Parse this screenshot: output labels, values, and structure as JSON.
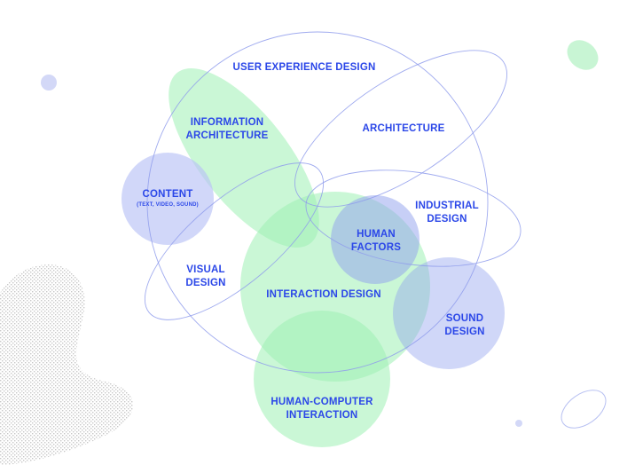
{
  "colors": {
    "green": "#9ef0b4",
    "blue": "#b8c2f6",
    "text": "#2b47e8",
    "stroke": "#8f9cec"
  },
  "labels": {
    "ux": "USER EXPERIENCE DESIGN",
    "info_arch_1": "INFORMATION",
    "info_arch_2": "ARCHITECTURE",
    "architecture": "ARCHITECTURE",
    "content": "CONTENT",
    "content_sub": "(TEXT, VIDEO, SOUND)",
    "industrial_1": "INDUSTRIAL",
    "industrial_2": "DESIGN",
    "human_factors_1": "HUMAN",
    "human_factors_2": "FACTORS",
    "visual_1": "VISUAL",
    "visual_2": "DESIGN",
    "interaction": "INTERACTION DESIGN",
    "sound_1": "SOUND",
    "sound_2": "DESIGN",
    "hci_1": "HUMAN-COMPUTER",
    "hci_2": "INTERACTION"
  }
}
